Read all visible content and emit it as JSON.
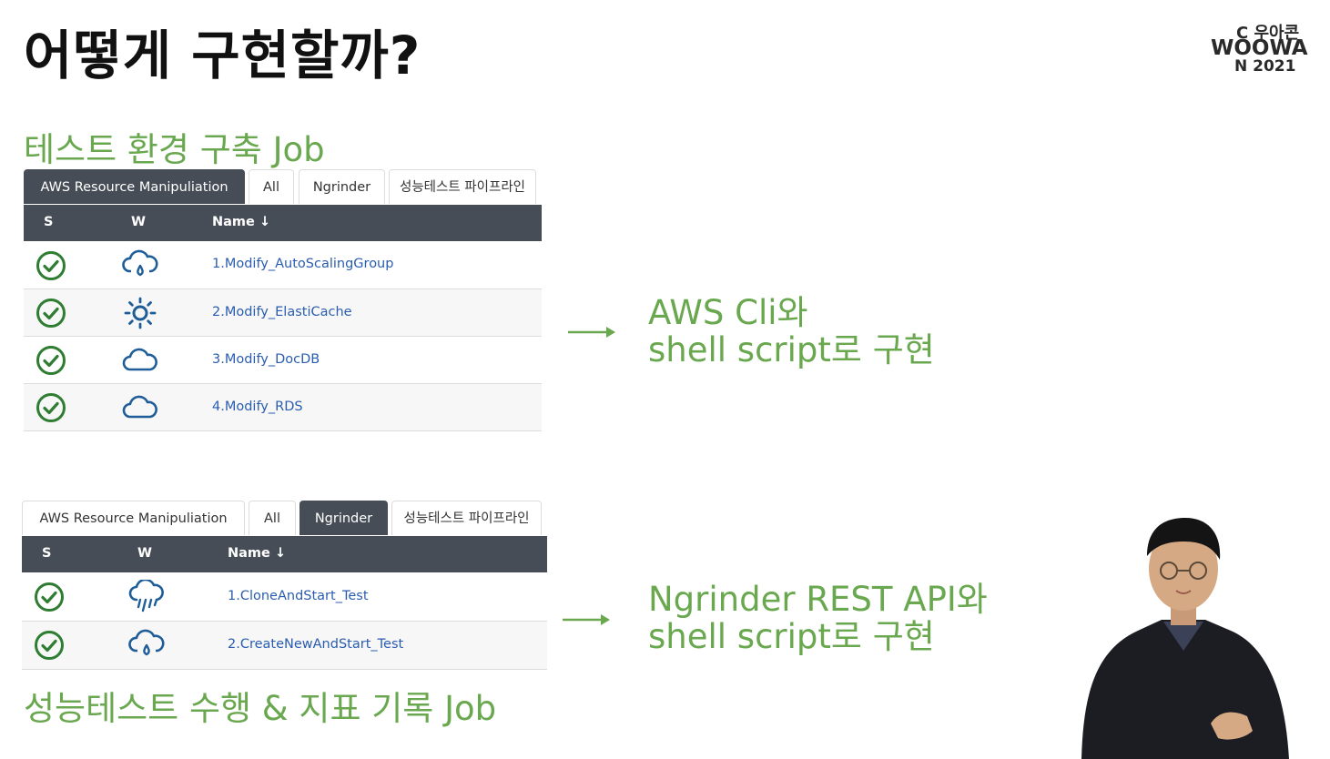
{
  "slide": {
    "title": "어떻게 구현할까?",
    "logo": {
      "line1": "C 우아콘",
      "line2": "WOOWA",
      "line3": "N 2021"
    }
  },
  "section1": {
    "heading": "테스트 환경 구축 Job",
    "tabs": [
      {
        "label": "AWS Resource Manipuliation",
        "active": true
      },
      {
        "label": "All",
        "active": false
      },
      {
        "label": "Ngrinder",
        "active": false
      },
      {
        "label": "성능테스트 파이프라인",
        "active": false
      }
    ],
    "columns": {
      "s": "S",
      "w": "W",
      "name": "Name ↓"
    },
    "rows": [
      {
        "status": "success",
        "weather": "cloud-rain-icon",
        "name": "1.Modify_AutoScalingGroup"
      },
      {
        "status": "success",
        "weather": "sun-icon",
        "name": "2.Modify_ElastiCache"
      },
      {
        "status": "success",
        "weather": "cloud-icon",
        "name": "3.Modify_DocDB"
      },
      {
        "status": "success",
        "weather": "cloud-icon",
        "name": "4.Modify_RDS"
      }
    ],
    "callout": {
      "line1": "AWS Cli와",
      "line2": "shell script로 구현"
    }
  },
  "section2": {
    "heading": "성능테스트 수행 & 지표 기록 Job",
    "tabs": [
      {
        "label": "AWS Resource Manipuliation",
        "active": false
      },
      {
        "label": "All",
        "active": false
      },
      {
        "label": "Ngrinder",
        "active": true
      },
      {
        "label": "성능테스트 파이프라인",
        "active": false
      }
    ],
    "columns": {
      "s": "S",
      "w": "W",
      "name": "Name ↓"
    },
    "rows": [
      {
        "status": "success",
        "weather": "storm-rain-icon",
        "name": "1.CloneAndStart_Test"
      },
      {
        "status": "success",
        "weather": "cloud-rain-icon",
        "name": "2.CreateNewAndStart_Test"
      }
    ],
    "callout": {
      "line1": "Ngrinder REST API와",
      "line2": "shell script로 구현"
    }
  },
  "colors": {
    "accent_green": "#6aa84f",
    "header_dark": "#474d57",
    "link_blue": "#2a5db0",
    "status_green": "#2e7d32",
    "weather_blue": "#1f5d99"
  }
}
